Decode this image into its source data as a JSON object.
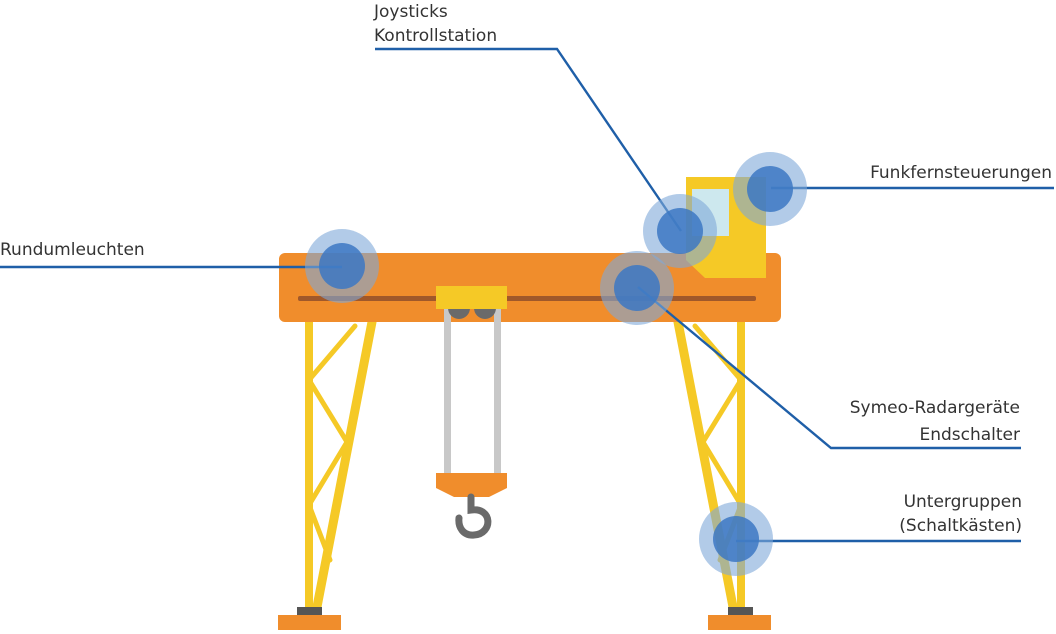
{
  "colors": {
    "leg": "#f5c926",
    "beam": "#f08d2c",
    "rail": "#a0582a",
    "trolley": "#f5c926",
    "cable": "#c8c8c8",
    "hook": "#6a6a6a",
    "cabin": "#f5c926",
    "window": "#cde8ee",
    "foot": "#f08d2c",
    "foot_cap": "#555555",
    "leader": "#1f5fa8",
    "marker_outer": "#7ea9d9",
    "marker_inner": "#3c78c3",
    "text": "#333333"
  },
  "labels": {
    "joysticks": {
      "line1": "Joysticks",
      "line2": "Kontrollstation"
    },
    "funk": {
      "line1": "Funkfernsteuerungen"
    },
    "rund": {
      "line1": "Rundumleuchten"
    },
    "symeo": {
      "line1": "Symeo-Radargeräte",
      "line2": "Endschalter"
    },
    "unter": {
      "line1": "Untergruppen",
      "line2": "(Schaltkästen)"
    }
  }
}
